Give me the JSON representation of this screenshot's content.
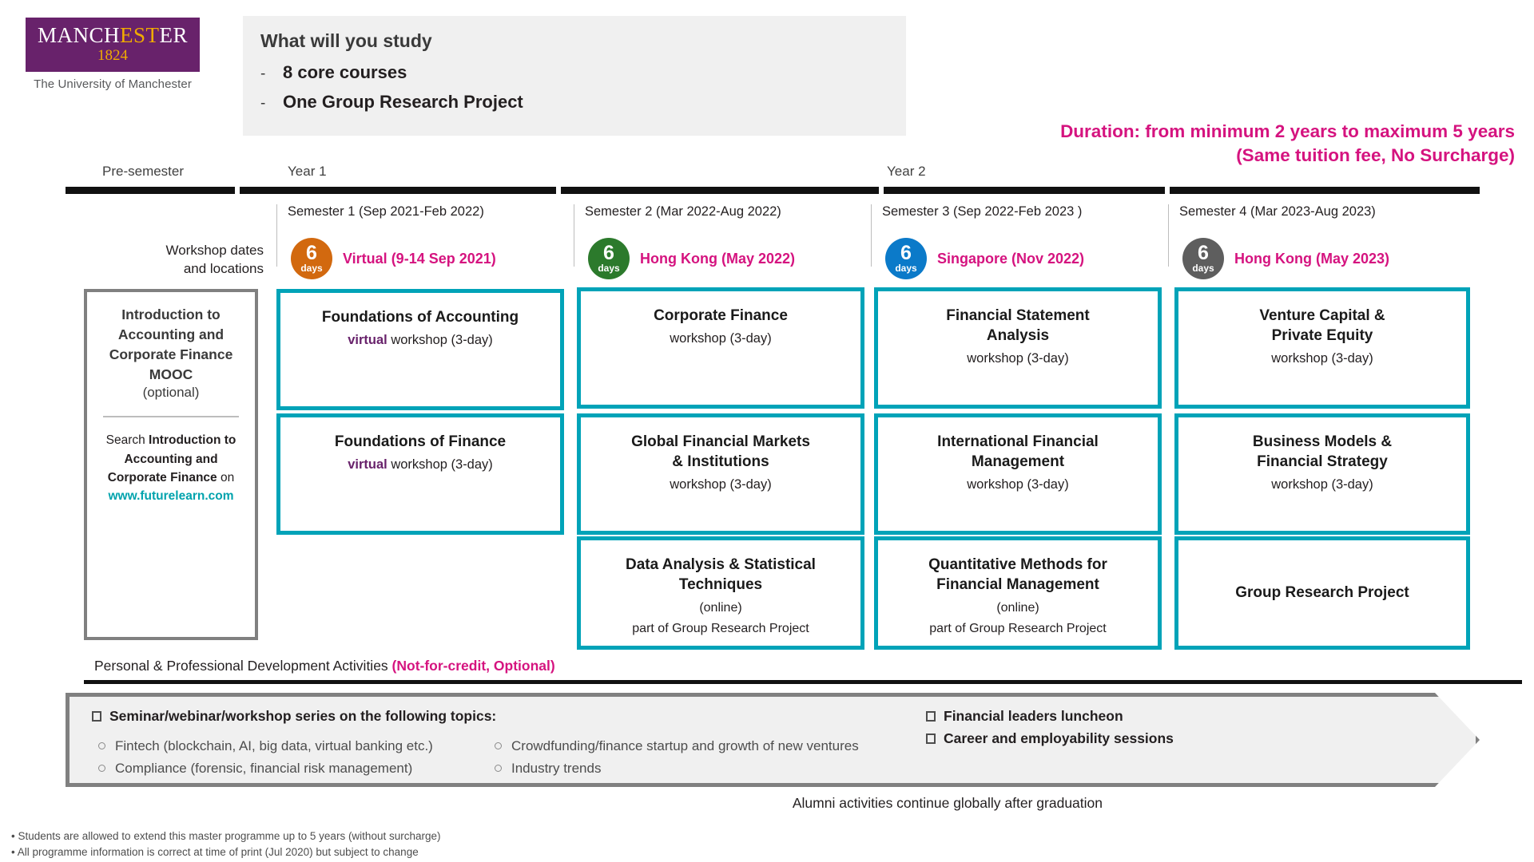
{
  "logo": {
    "word_pre": "MANCH",
    "word_gold": "E",
    "word_gold2": "ST",
    "word_post": "ER",
    "year": "1824",
    "subtitle": "The University of Manchester",
    "brand_purple": "#68226b",
    "brand_gold": "#f0ab00"
  },
  "study": {
    "title": "What will you study",
    "dash": "-",
    "items": [
      "8 core courses",
      "One Group Research Project"
    ]
  },
  "duration": {
    "line1": "Duration: from minimum 2 years to maximum 5 years",
    "line2": "(Same tuition fee, No Surcharge)",
    "color": "#d5137f"
  },
  "years": {
    "pre_semester": "Pre-semester",
    "year1": "Year 1",
    "year2": "Year 2"
  },
  "workshop_row": {
    "label_line1": "Workshop dates",
    "label_line2": "and locations",
    "badge_num": "6",
    "badge_unit": "days"
  },
  "semesters": [
    {
      "header": "Semester 1 (Sep 2021-Feb 2022)",
      "badge_color": "#d2690f",
      "location": "Virtual (9-14 Sep 2021)"
    },
    {
      "header": "Semester 2 (Mar 2022-Aug 2022)",
      "badge_color": "#2c7a2c",
      "location": "Hong Kong (May 2022)"
    },
    {
      "header": "Semester 3 (Sep 2022-Feb 2023 )",
      "badge_color": "#0b7ac9",
      "location": "Singapore (Nov 2022)"
    },
    {
      "header": "Semester 4 (Mar 2023-Aug 2023)",
      "badge_color": "#5e5e5e",
      "location": "Hong Kong (May 2023)"
    }
  ],
  "mooc": {
    "title_line1": "Introduction to",
    "title_line2": "Accounting and",
    "title_line3": "Corporate Finance",
    "title_line4": "MOOC",
    "optional": "(optional)",
    "search_prefix": "Search ",
    "search_bold": "Introduction to Accounting and Corporate Finance",
    "search_suffix": " on",
    "link": "www.futurelearn.com",
    "link_color": "#00a3ad",
    "border_color": "#808080"
  },
  "courses": {
    "border_color": "#00a3b8",
    "virtual_color": "#68226b",
    "s1": [
      {
        "title": "Foundations of Accounting",
        "virtual": "virtual",
        "sub": " workshop (3-day)"
      },
      {
        "title": "Foundations of Finance",
        "virtual": "virtual",
        "sub": " workshop (3-day)"
      }
    ],
    "s2": [
      {
        "title": "Corporate Finance",
        "sub": "workshop (3-day)"
      },
      {
        "title_l1": "Global Financial Markets",
        "title_l2": "& Institutions",
        "sub": "workshop (3-day)"
      },
      {
        "title_l1": "Data Analysis & Statistical",
        "title_l2": "Techniques",
        "sub": "(online)",
        "sub2": "part of Group Research Project"
      }
    ],
    "s3": [
      {
        "title_l1": "Financial Statement",
        "title_l2": "Analysis",
        "sub": "workshop (3-day)"
      },
      {
        "title_l1": "International Financial",
        "title_l2": "Management",
        "sub": "workshop (3-day)"
      },
      {
        "title_l1": "Quantitative Methods for",
        "title_l2": "Financial Management",
        "sub": "(online)",
        "sub2": "part of Group Research Project"
      }
    ],
    "s4": [
      {
        "title_l1": "Venture Capital &",
        "title_l2": "Private Equity",
        "sub": "workshop (3-day)"
      },
      {
        "title_l1": "Business Models &",
        "title_l2": "Financial Strategy",
        "sub": "workshop (3-day)"
      },
      {
        "title": "Group Research Project"
      }
    ]
  },
  "ppd": {
    "heading_plain": "Personal & Professional Development Activities ",
    "heading_pink": "(Not-for-credit, Optional)",
    "seminar_header": "Seminar/webinar/workshop series on the following topics:",
    "topics_left": [
      "Fintech (blockchain, AI, big data, virtual banking etc.)",
      "Compliance (forensic, financial risk management)"
    ],
    "topics_right": [
      "Crowdfunding/finance startup and growth of new ventures",
      "Industry trends"
    ],
    "right_items": [
      "Financial leaders luncheon",
      "Career and employability sessions"
    ],
    "alumni": "Alumni activities continue globally after graduation"
  },
  "footnotes": [
    "• Students are allowed to extend this master programme up to 5 years (without surcharge)",
    "• All programme information is correct at time of print (Jul 2020) but subject to change"
  ]
}
